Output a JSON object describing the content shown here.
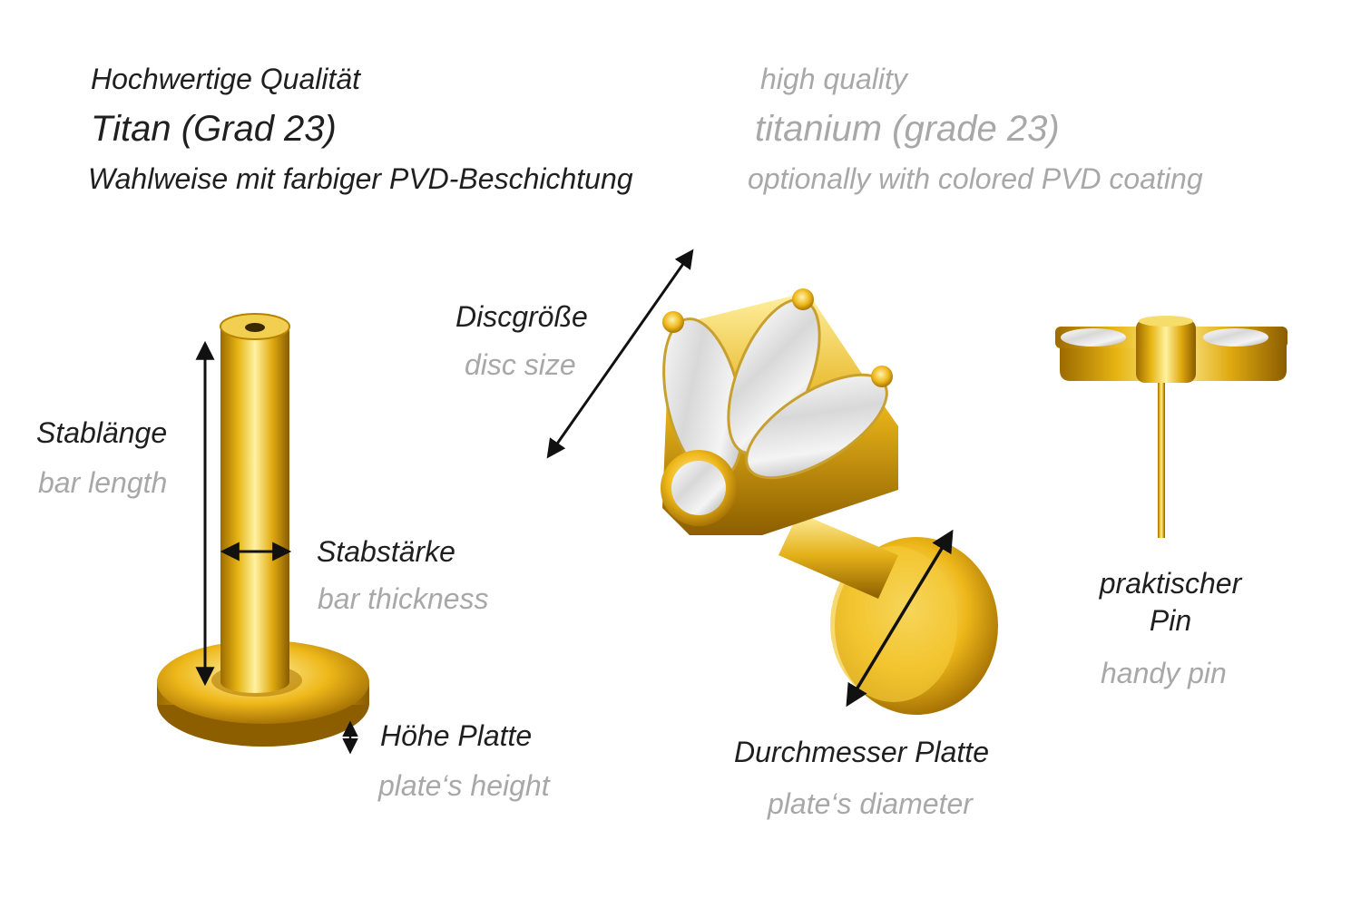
{
  "header": {
    "de": {
      "quality": "Hochwertige Qualität",
      "material": "Titan (Grad 23)",
      "coating": "Wahlweise mit farbiger PVD-Beschichtung"
    },
    "en": {
      "quality": "high quality",
      "material": "titanium (grade 23)",
      "coating": "optionally with colored PVD coating"
    }
  },
  "labels": {
    "bar_length": {
      "de": "Stablänge",
      "en": "bar length"
    },
    "bar_thickness": {
      "de": "Stabstärke",
      "en": "bar thickness"
    },
    "plate_height": {
      "de": "Höhe Platte",
      "en": "plate‘s height"
    },
    "disc_size": {
      "de": "Discgröße",
      "en": "disc size"
    },
    "plate_diameter": {
      "de": "Durchmesser Platte",
      "en": "plate‘s diameter"
    },
    "handy_pin": {
      "de_line1": "praktischer",
      "de_line2": "Pin",
      "en": "handy pin"
    }
  },
  "colors": {
    "text_de": "#1f1f1f",
    "text_en": "#a8a8a8",
    "gold_light": "#fff2a0",
    "gold_mid": "#e6b412",
    "gold_dark": "#9c6a00"
  }
}
